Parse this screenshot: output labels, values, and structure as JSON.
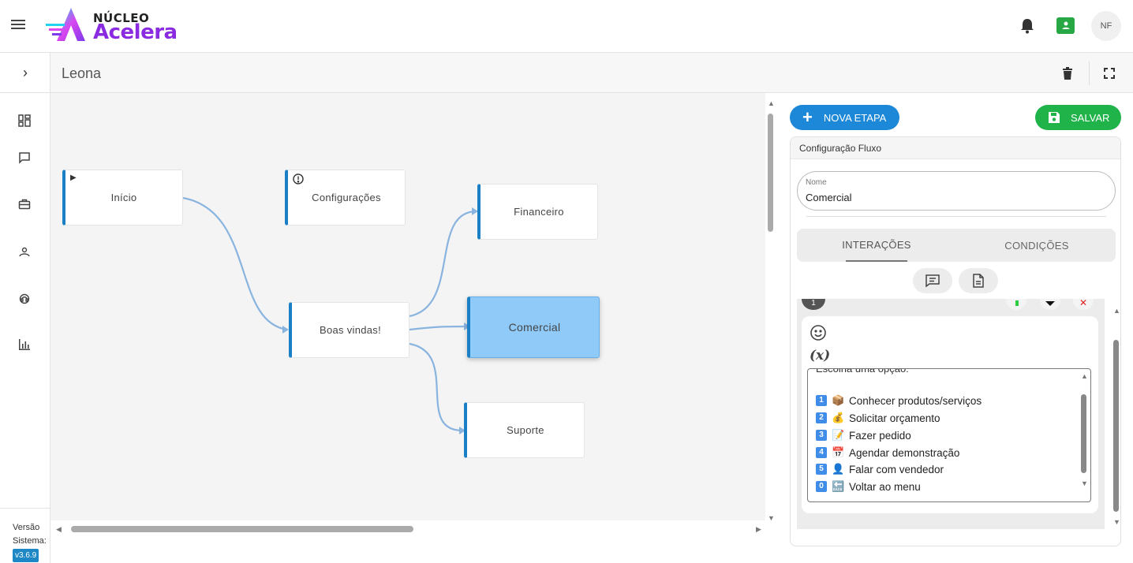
{
  "header": {
    "logo_top": "NÚCLEO",
    "logo_bottom": "Acelera",
    "avatar_initials": "NF"
  },
  "sidebar": {
    "version_label_1": "Versão",
    "version_label_2": "Sistema:",
    "version": "v3.6.9",
    "icons": [
      "dashboard-icon",
      "chat-icon",
      "briefcase-icon",
      "contacts-icon",
      "support-icon",
      "chart-icon"
    ]
  },
  "flow": {
    "title": "Leona",
    "nodes": [
      {
        "id": "inicio",
        "label": "Início"
      },
      {
        "id": "configuracoes",
        "label": "Configurações"
      },
      {
        "id": "financeiro",
        "label": "Financeiro"
      },
      {
        "id": "boas_vindas",
        "label": "Boas vindas!"
      },
      {
        "id": "comercial",
        "label": "Comercial"
      },
      {
        "id": "suporte",
        "label": "Suporte"
      }
    ]
  },
  "panel": {
    "nova_etapa": "NOVA ETAPA",
    "salvar": "SALVAR",
    "card_title": "Configuração Fluxo",
    "name_label": "Nome",
    "name_value": "Comercial",
    "tabs": [
      "INTERAÇÕES",
      "CONDIÇÕES"
    ],
    "step_number": "1",
    "message_partial": "Escolha uma opção:",
    "options": [
      {
        "key": "1",
        "emoji": "📦",
        "text": "Conhecer produtos/serviços"
      },
      {
        "key": "2",
        "emoji": "💰",
        "text": "Solicitar orçamento"
      },
      {
        "key": "3",
        "emoji": "📝",
        "text": "Fazer pedido"
      },
      {
        "key": "4",
        "emoji": "📅",
        "text": "Agendar demonstração"
      },
      {
        "key": "5",
        "emoji": "👤",
        "text": "Falar com vendedor"
      },
      {
        "key": "0",
        "emoji": "🔙",
        "text": "Voltar ao menu"
      }
    ]
  }
}
